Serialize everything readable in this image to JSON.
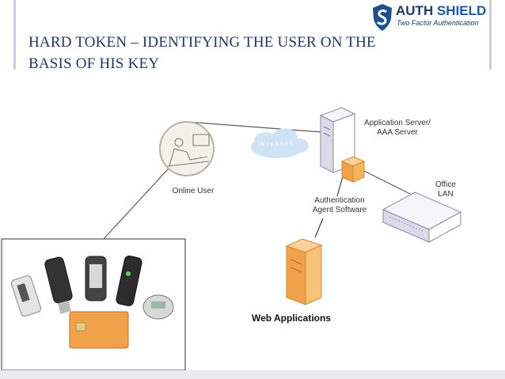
{
  "slide": {
    "title": "HARD TOKEN – IDENTIFYING THE USER ON THE BASIS OF HIS KEY"
  },
  "logo": {
    "brand_part1": "AUTH",
    "brand_part2": "SHIELD",
    "tagline": "Two Factor Authentication",
    "icon": "shield-s-icon"
  },
  "diagram": {
    "online_user_label": "Online User",
    "internet_label": "INTERNET",
    "app_server_label_line1": "Application Server/",
    "app_server_label_line2": "AAA Server",
    "office_lan_label_line1": "Office",
    "office_lan_label_line2": "LAN",
    "auth_agent_label_line1": "Authentication",
    "auth_agent_label_line2": "Agent Software",
    "web_apps_label": "Web Applications",
    "colors": {
      "server": "#ffffff",
      "server_edge": "#8a8aa8",
      "agent": "#f7b55a",
      "cloud": "#cfe3f5",
      "line": "#4a4a4a"
    }
  },
  "tokens_panel": {
    "item_icons": [
      "usb-token-icon",
      "usb-token-icon",
      "usb-token-icon",
      "usb-token-icon",
      "key-fob-icon",
      "smart-card-icon"
    ]
  }
}
